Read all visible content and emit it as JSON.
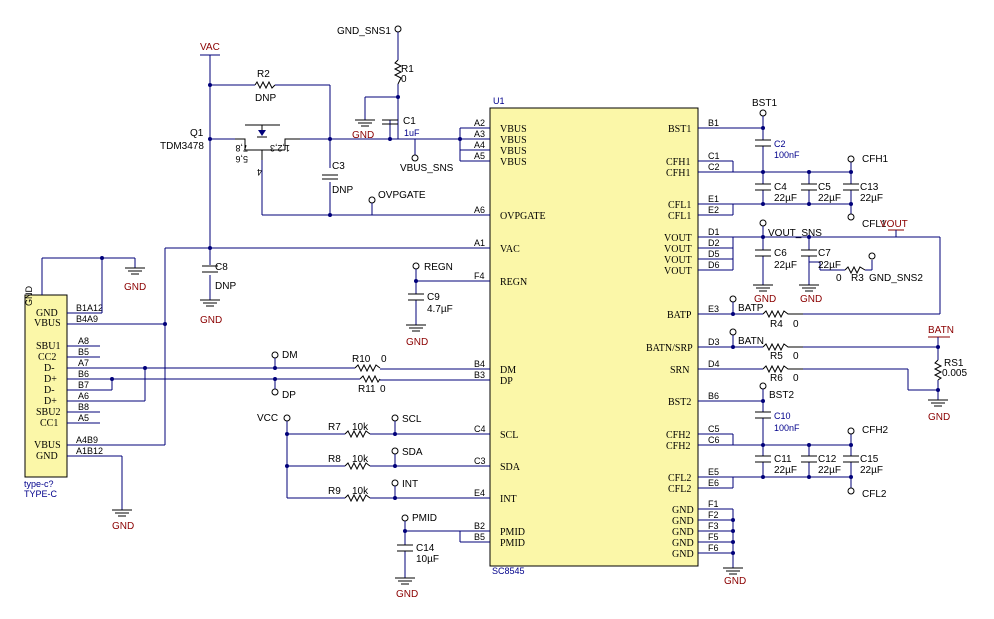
{
  "ic": {
    "ref": "U1",
    "part": "SC8545",
    "left_pins": [
      {
        "num": "A2",
        "name": "VBUS"
      },
      {
        "num": "A3",
        "name": "VBUS"
      },
      {
        "num": "A4",
        "name": "VBUS"
      },
      {
        "num": "A5",
        "name": "VBUS"
      },
      {
        "num": "A6",
        "name": "OVPGATE"
      },
      {
        "num": "A1",
        "name": "VAC"
      },
      {
        "num": "F4",
        "name": "REGN"
      },
      {
        "num": "B4",
        "name": "DM"
      },
      {
        "num": "B3",
        "name": "DP"
      },
      {
        "num": "C4",
        "name": "SCL"
      },
      {
        "num": "C3",
        "name": "SDA"
      },
      {
        "num": "E4",
        "name": "INT"
      },
      {
        "num": "B2",
        "name": "PMID"
      },
      {
        "num": "B5",
        "name": "PMID"
      }
    ],
    "right_pins": [
      {
        "num": "B1",
        "name": "BST1"
      },
      {
        "num": "C1",
        "name": "CFH1"
      },
      {
        "num": "C2",
        "name": "CFH1"
      },
      {
        "num": "E1",
        "name": "CFL1"
      },
      {
        "num": "E2",
        "name": "CFL1"
      },
      {
        "num": "D1",
        "name": "VOUT"
      },
      {
        "num": "D2",
        "name": "VOUT"
      },
      {
        "num": "D5",
        "name": "VOUT"
      },
      {
        "num": "D6",
        "name": "VOUT"
      },
      {
        "num": "E3",
        "name": "BATP"
      },
      {
        "num": "D3",
        "name": "BATN/SRP"
      },
      {
        "num": "D4",
        "name": "SRN"
      },
      {
        "num": "B6",
        "name": "BST2"
      },
      {
        "num": "C5",
        "name": "CFH2"
      },
      {
        "num": "C6",
        "name": "CFH2"
      },
      {
        "num": "E5",
        "name": "CFL2"
      },
      {
        "num": "E6",
        "name": "CFL2"
      },
      {
        "num": "F1",
        "name": "GND"
      },
      {
        "num": "F2",
        "name": "GND"
      },
      {
        "num": "F3",
        "name": "GND"
      },
      {
        "num": "F5",
        "name": "GND"
      },
      {
        "num": "F6",
        "name": "GND"
      }
    ]
  },
  "connector": {
    "ref": "type-c?",
    "part": "TYPE-C",
    "pins": [
      {
        "num": "B1A12",
        "name": "GND"
      },
      {
        "num": "B4A9",
        "name": "VBUS"
      },
      {
        "num": "A8",
        "name": "SBU1"
      },
      {
        "num": "B5",
        "name": "CC2"
      },
      {
        "num": "A7",
        "name": "D-"
      },
      {
        "num": "B6",
        "name": "D+"
      },
      {
        "num": "B7",
        "name": "D-"
      },
      {
        "num": "A6",
        "name": "D+"
      },
      {
        "num": "B8",
        "name": "SBU2"
      },
      {
        "num": "A5",
        "name": "CC1"
      },
      {
        "num": "A4B9",
        "name": "VBUS"
      },
      {
        "num": "A1B12",
        "name": "GND"
      }
    ]
  },
  "mosfet": {
    "ref": "Q1",
    "part": "TDM3478",
    "pins_left": "7,8",
    "pins_left2": "5,6",
    "pins_right": "1,2,3",
    "gate": "4"
  },
  "passives": {
    "r1": {
      "ref": "R1",
      "value": "0"
    },
    "r2": {
      "ref": "R2",
      "value": "DNP"
    },
    "r3": {
      "ref": "R3",
      "value": "0"
    },
    "r4": {
      "ref": "R4",
      "value": "0"
    },
    "r5": {
      "ref": "R5",
      "value": "0"
    },
    "r6": {
      "ref": "R6",
      "value": "0"
    },
    "r7": {
      "ref": "R7",
      "value": "10k"
    },
    "r8": {
      "ref": "R8",
      "value": "10k"
    },
    "r9": {
      "ref": "R9",
      "value": "10k"
    },
    "r10": {
      "ref": "R10",
      "value": "0"
    },
    "r11": {
      "ref": "R11",
      "value": "0"
    },
    "rs1": {
      "ref": "RS1",
      "value": "0.005"
    },
    "c1": {
      "ref": "C1",
      "value": "1uF"
    },
    "c2": {
      "ref": "C2",
      "value": "100nF"
    },
    "c3": {
      "ref": "C3",
      "value": "DNP"
    },
    "c4": {
      "ref": "C4",
      "value": "22µF"
    },
    "c5": {
      "ref": "C5",
      "value": "22µF"
    },
    "c6": {
      "ref": "C6",
      "value": "22µF"
    },
    "c7": {
      "ref": "C7",
      "value": "22µF"
    },
    "c8": {
      "ref": "C8",
      "value": "DNP"
    },
    "c9": {
      "ref": "C9",
      "value": "4.7µF"
    },
    "c10": {
      "ref": "C10",
      "value": "100nF"
    },
    "c11": {
      "ref": "C11",
      "value": "22µF"
    },
    "c12": {
      "ref": "C12",
      "value": "22µF"
    },
    "c13": {
      "ref": "C13",
      "value": "22µF"
    },
    "c14": {
      "ref": "C14",
      "value": "10µF"
    },
    "c15": {
      "ref": "C15",
      "value": "22µF"
    }
  },
  "nets": {
    "gnd_sns1": "GND_SNS1",
    "gnd_sns2": "GND_SNS2",
    "vac": "VAC",
    "vbus_sns": "VBUS_SNS",
    "ovpgate": "OVPGATE",
    "regn": "REGN",
    "dm": "DM",
    "dp": "DP",
    "vcc": "VCC",
    "scl": "SCL",
    "sda": "SDA",
    "int": "INT",
    "pmid": "PMID",
    "bst1": "BST1",
    "bst2": "BST2",
    "cfh1": "CFH1",
    "cfl1": "CFL1",
    "cfh2": "CFH2",
    "cfl2": "CFL2",
    "vout": "VOUT",
    "vout_sns": "VOUT_SNS",
    "batp": "BATP",
    "batn": "BATN",
    "gnd": "GND"
  }
}
